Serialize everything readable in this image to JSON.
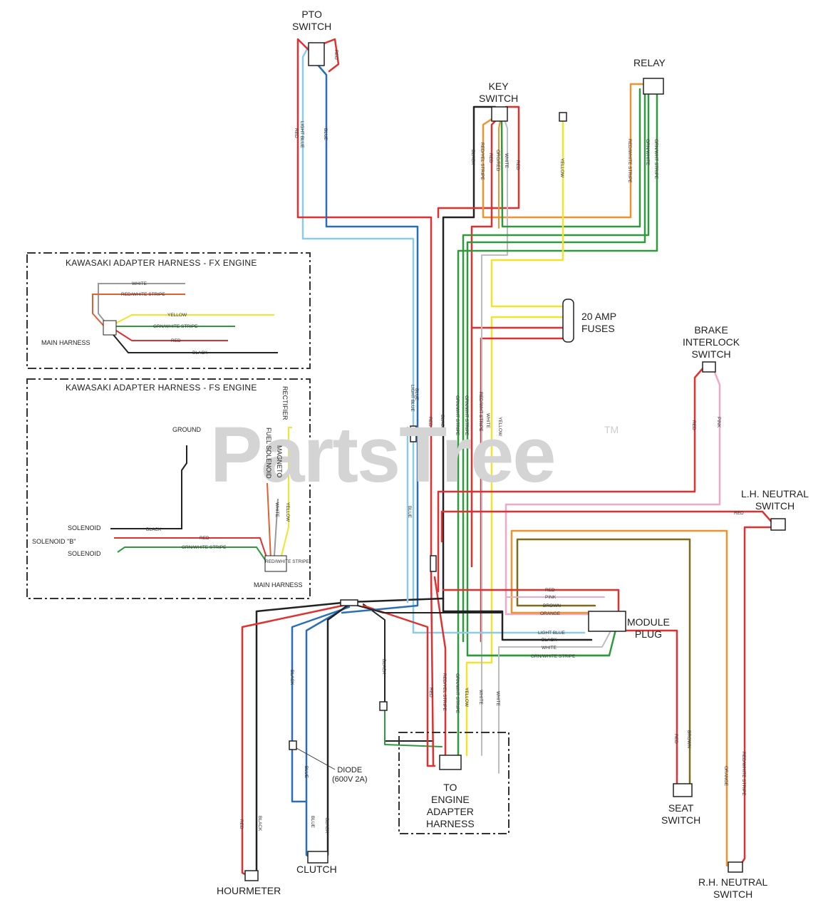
{
  "watermark": {
    "text": "PartsTree",
    "tm": "TM"
  },
  "components": {
    "pto_switch": [
      "PTO",
      "SWITCH"
    ],
    "key_switch": [
      "KEY",
      "SWITCH"
    ],
    "relay": "RELAY",
    "fuses": [
      "20 AMP",
      "FUSES"
    ],
    "brake_interlock": [
      "BRAKE",
      "INTERLOCK",
      "SWITCH"
    ],
    "lh_neutral": [
      "L.H. NEUTRAL",
      "SWITCH"
    ],
    "module_plug": [
      "MODULE",
      "PLUG"
    ],
    "seat_switch": [
      "SEAT",
      "SWITCH"
    ],
    "rh_neutral": [
      "R.H. NEUTRAL",
      "SWITCH"
    ],
    "engine_adapter": [
      "TO",
      "ENGINE",
      "ADAPTER",
      "HARNESS"
    ],
    "clutch": "CLUTCH",
    "hourmeter": "HOURMETER",
    "diode": [
      "DIODE",
      "(600V 2A)"
    ]
  },
  "fx_box": {
    "title": "KAWASAKI ADAPTER HARNESS - FX ENGINE",
    "main_harness": "MAIN HARNESS",
    "wires": [
      "WHITE",
      "RED/WHITE STRIPE",
      "YELLOW",
      "GRN/WHITE STRIPE",
      "RED",
      "BLACK"
    ]
  },
  "fs_box": {
    "title": "KAWASAKI ADAPTER HARNESS - FS ENGINE",
    "rectifier": "RECTIFIER",
    "ground": "GROUND",
    "solenoid1": "SOLENOID",
    "solenoid_b": "SOLENOID \"B\"",
    "solenoid2": "SOLENOID",
    "main_harness": "MAIN HARNESS",
    "fuel_solenoid": "FUEL SOLENOID",
    "magneto": "MAGNETO",
    "wires": [
      "BLACK",
      "RED",
      "GRN/WHITE STRIPE",
      "WHITE",
      "YELLOW",
      "RED/WHITE STRIPE"
    ]
  },
  "wire_labels": {
    "pto": [
      "LIGHT BLUE",
      "RED",
      "BLUE",
      "RED"
    ],
    "key": [
      "BLACK",
      "RED/YEL STRIPE",
      "RED",
      "ORG/RED",
      "WHITE",
      "RED"
    ],
    "relay": [
      "RED/WHITE STRIPE",
      "GRN/WHITE",
      "GRN/WHT STRIPE"
    ],
    "yellow_top": "YELLOW",
    "trunk": [
      "LIGHT BLUE",
      "BLUE",
      "RED",
      "BLACK",
      "GRN/WHT STRIPE",
      "GRN/WHT STRIPE",
      "RED/WHT STRIPE",
      "WHITE",
      "YELLOW"
    ],
    "trunk_blue": "BLUE",
    "brake": [
      "RED",
      "PINK"
    ],
    "lh_red": "RED",
    "module": [
      "RED",
      "PINK",
      "BROWN",
      "ORANGE",
      "LIGHT BLUE",
      "BLACK",
      "WHITE",
      "GRN/WHITE STRIPE"
    ],
    "bottom": [
      "BLACK",
      "BLACK",
      "RED",
      "RED/YEL STRIPE",
      "GRN/WHT STRIPE",
      "YELLOW",
      "WHITE",
      "WHITE",
      "BLUE",
      "BLUE",
      "BLACK",
      "RED",
      "BLACK"
    ],
    "seat": [
      "RED",
      "BROWN"
    ],
    "rh": [
      "ORANGE",
      "RED/WHITE STRIPE"
    ]
  },
  "colors": {
    "red": "#e03030",
    "blue": "#2a6fb5",
    "light_blue": "#8ccbe8",
    "black": "#222222",
    "yellow": "#f2e32c",
    "green": "#2e9a3c",
    "orange": "#f0922e",
    "brown": "#7d6a1c",
    "pink": "#f0a8c8",
    "white": "#bdbdbd"
  }
}
